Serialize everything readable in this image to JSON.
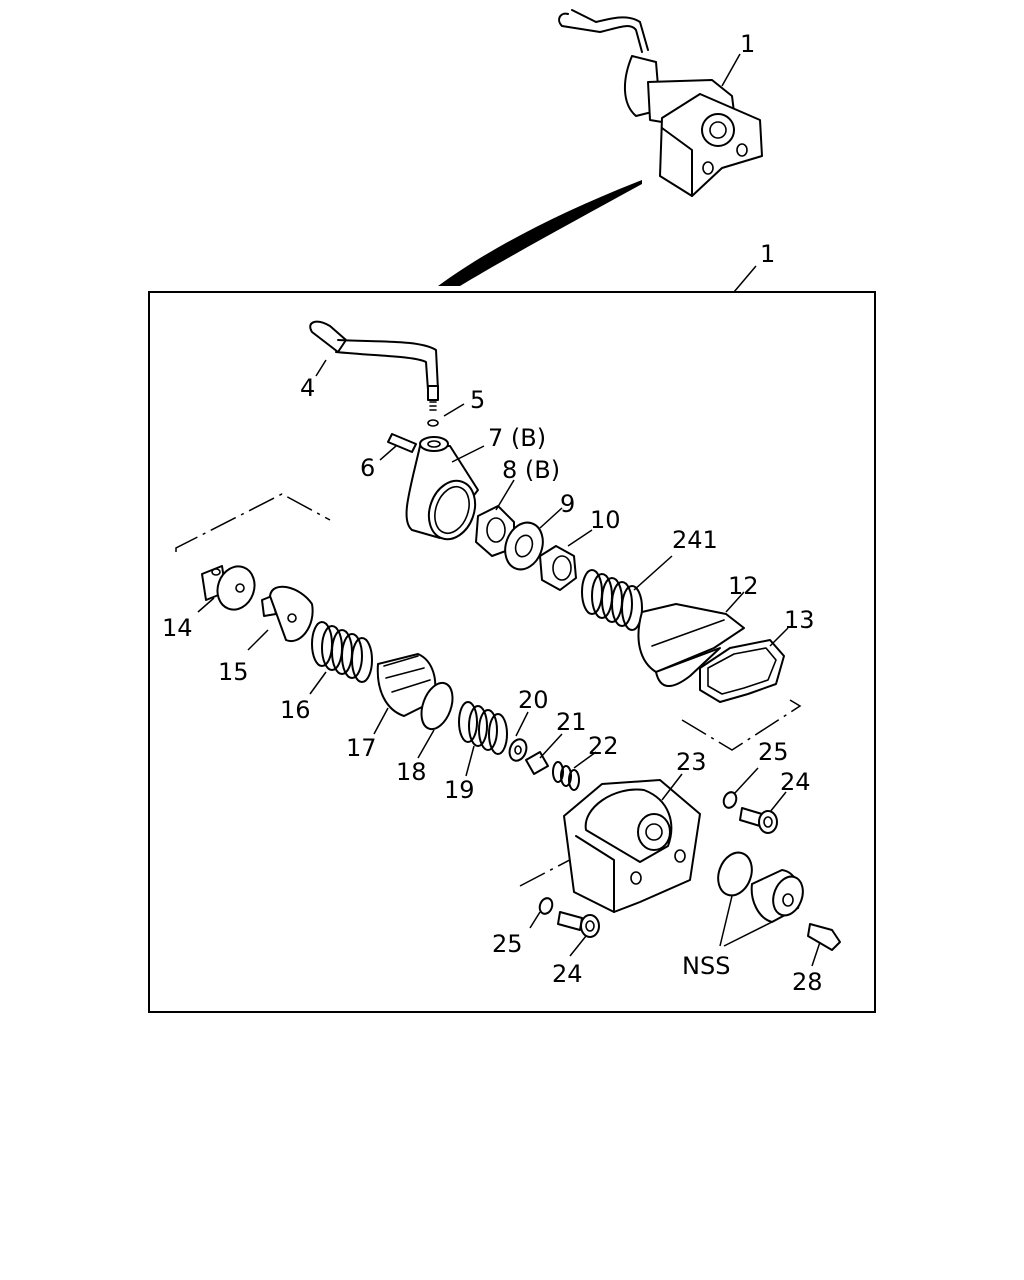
{
  "labels": {
    "overview_1": "1",
    "frame_1": "1",
    "p4": "4",
    "p5": "5",
    "p6": "6",
    "p7": "7 (B)",
    "p8": "8 (B)",
    "p9": "9",
    "p10": "10",
    "p241": "241",
    "p12": "12",
    "p13": "13",
    "p14": "14",
    "p15": "15",
    "p16": "16",
    "p17": "17",
    "p18": "18",
    "p19": "19",
    "p20": "20",
    "p21": "21",
    "p22": "22",
    "p23": "23",
    "p25a": "25",
    "p24a": "24",
    "p25b": "25",
    "p24b": "24",
    "nss": "NSS",
    "p28": "28"
  }
}
